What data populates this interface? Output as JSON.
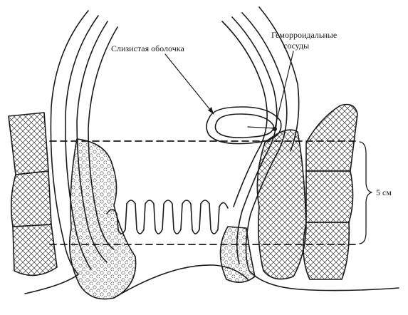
{
  "labels": {
    "mucosa": "Слизистая  оболочка",
    "vessels_line1": "Геморроидальные",
    "vessels_line2": "сосуды",
    "measure": "5 см"
  },
  "colors": {
    "ink": "#1a1a1a",
    "background": "#ffffff"
  }
}
